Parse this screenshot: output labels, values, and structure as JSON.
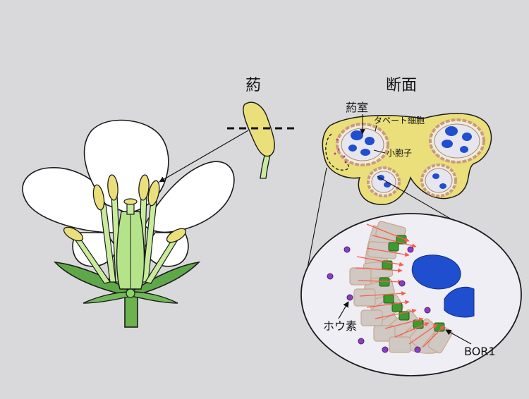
{
  "labels": {
    "anther_title": "葯",
    "cross_section_title": "断面",
    "locule": "葯室",
    "tapetum": "タペート細胞",
    "microspore": "小胞子",
    "boron": "ホウ素",
    "transporter": "BOR1"
  },
  "colors": {
    "background": "#d9d9db",
    "petal": "#ffffff",
    "anther_yellow": "#eadf7a",
    "filament_green": "#c8ec9c",
    "sepal_green": "#5fa84a",
    "microspore_blue": "#1f4fcf",
    "bor1_green": "#3c9a2e",
    "boron_purple": "#8a3fbf",
    "arrow_red": "#ff5a4a"
  }
}
